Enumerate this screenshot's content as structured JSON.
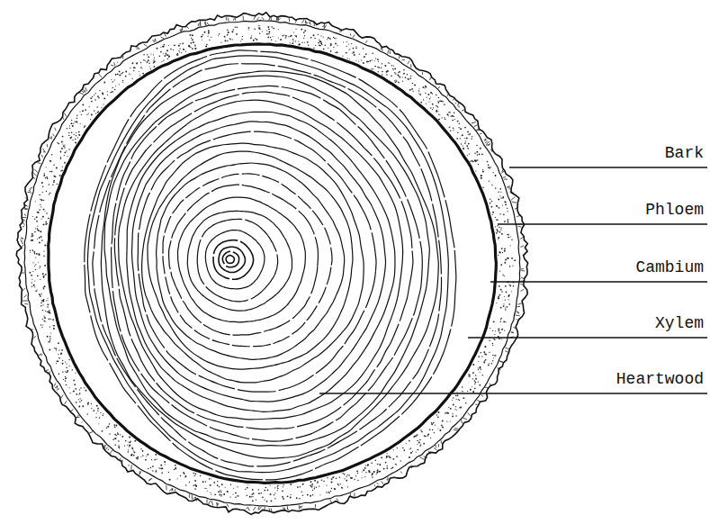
{
  "diagram": {
    "labels": [
      "Bark",
      "Phloem",
      "Cambium",
      "Xylem",
      "Heartwood"
    ]
  }
}
